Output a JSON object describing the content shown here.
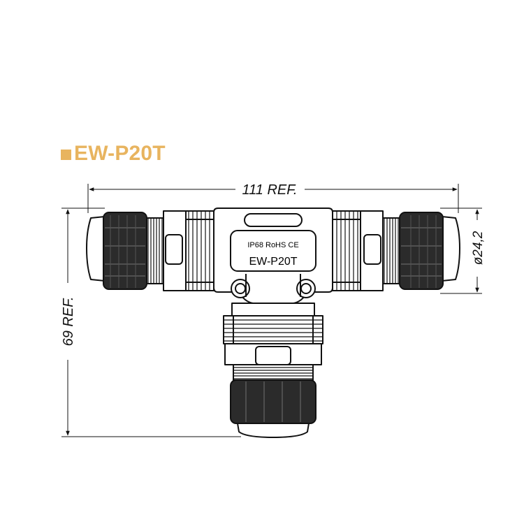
{
  "title": "EW-P20T",
  "colors": {
    "accent": "#e8b45f",
    "line": "#111111",
    "body": "#ffffff"
  },
  "dimensions": {
    "width": "111 REF.",
    "height": "69 REF.",
    "diameter": "ø24,2"
  },
  "marking": {
    "line1": "IP68 RoHS CE",
    "line2": "EW-P20T"
  }
}
